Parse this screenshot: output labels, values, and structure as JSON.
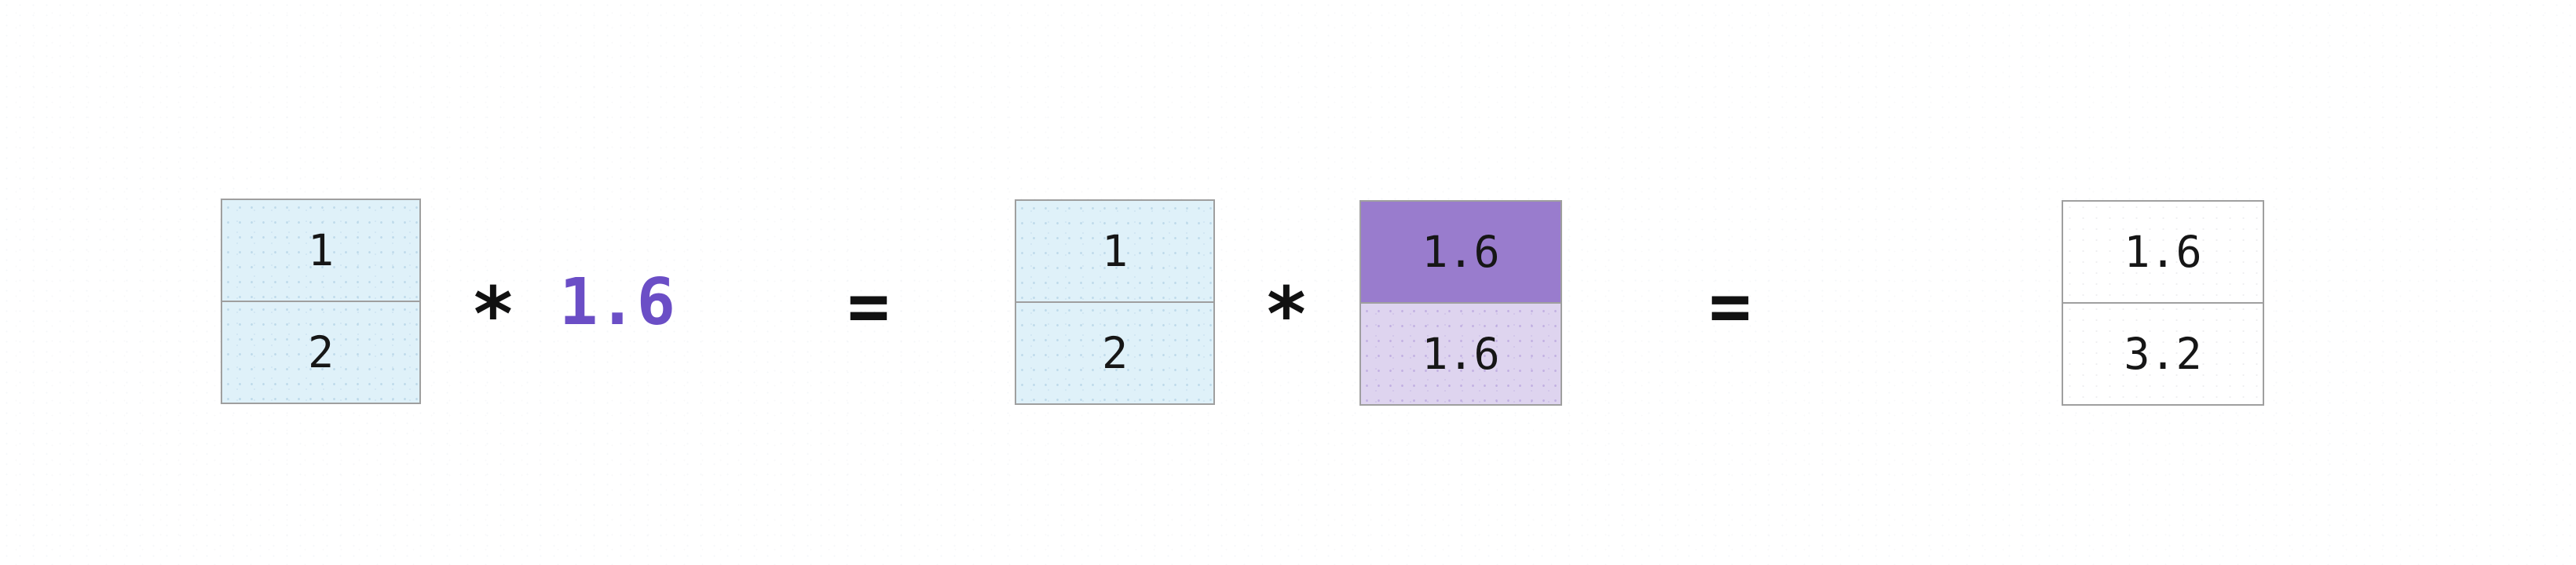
{
  "figure": {
    "kind": "array-broadcasting-diagram"
  },
  "expression": {
    "lhs_vector": {
      "cells": [
        "1",
        "2"
      ]
    },
    "times_1": "*",
    "scalar": "1.6",
    "equals_1": "=",
    "vector": {
      "cells": [
        "1",
        "2"
      ]
    },
    "times_2": "*",
    "broadcast_vector": {
      "cells": [
        "1.6",
        "1.6"
      ]
    },
    "equals_2": "=",
    "result_vector": {
      "cells": [
        "1.6",
        "3.2"
      ]
    }
  },
  "colors": {
    "vector_fill": "#dff1f9",
    "broadcast_fill_strong": "#997ccd",
    "broadcast_fill_light": "#ded4ef",
    "result_fill": "#ffffff",
    "scalar_text": "#6b4ec6",
    "cell_border": "#9f9f9f",
    "text": "#161616",
    "background": "#ffffff"
  }
}
